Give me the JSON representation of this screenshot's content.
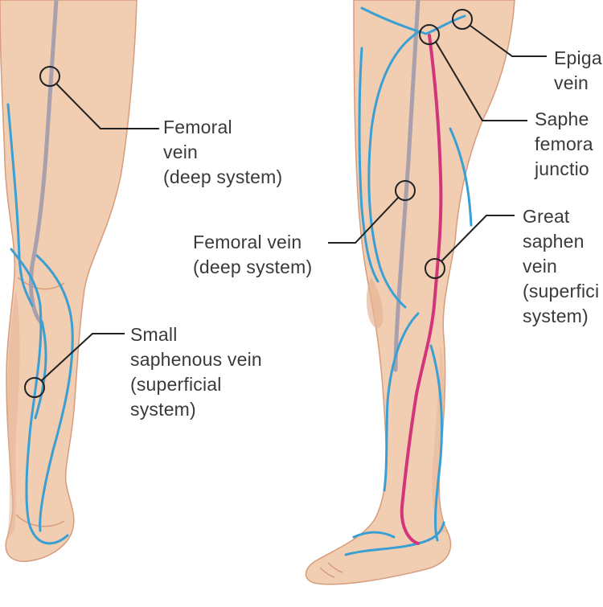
{
  "colors": {
    "skin": "#f1cdb2",
    "skin_shadow": "#e6b596",
    "skin_outline": "#d79c7b",
    "deep_vein": "#a8a0ad",
    "superficial_vein": "#3a9fd3",
    "great_saphenous": "#d2357a",
    "leader": "#222222",
    "text": "#3a3a3a"
  },
  "labels": {
    "femoral_left": [
      "Femoral",
      "vein",
      "(deep system)"
    ],
    "small_saphenous": [
      "Small",
      "saphenous vein",
      "(superficial",
      "system)"
    ],
    "femoral_right": [
      "Femoral vein",
      "(deep system)"
    ],
    "epigastric": [
      "Epiga",
      "vein"
    ],
    "saphenofemoral": [
      "Saphe",
      "femora",
      "junctio"
    ],
    "great_saphenous": [
      "Great",
      "saphen",
      "vein",
      "(superfici",
      "system)"
    ]
  }
}
